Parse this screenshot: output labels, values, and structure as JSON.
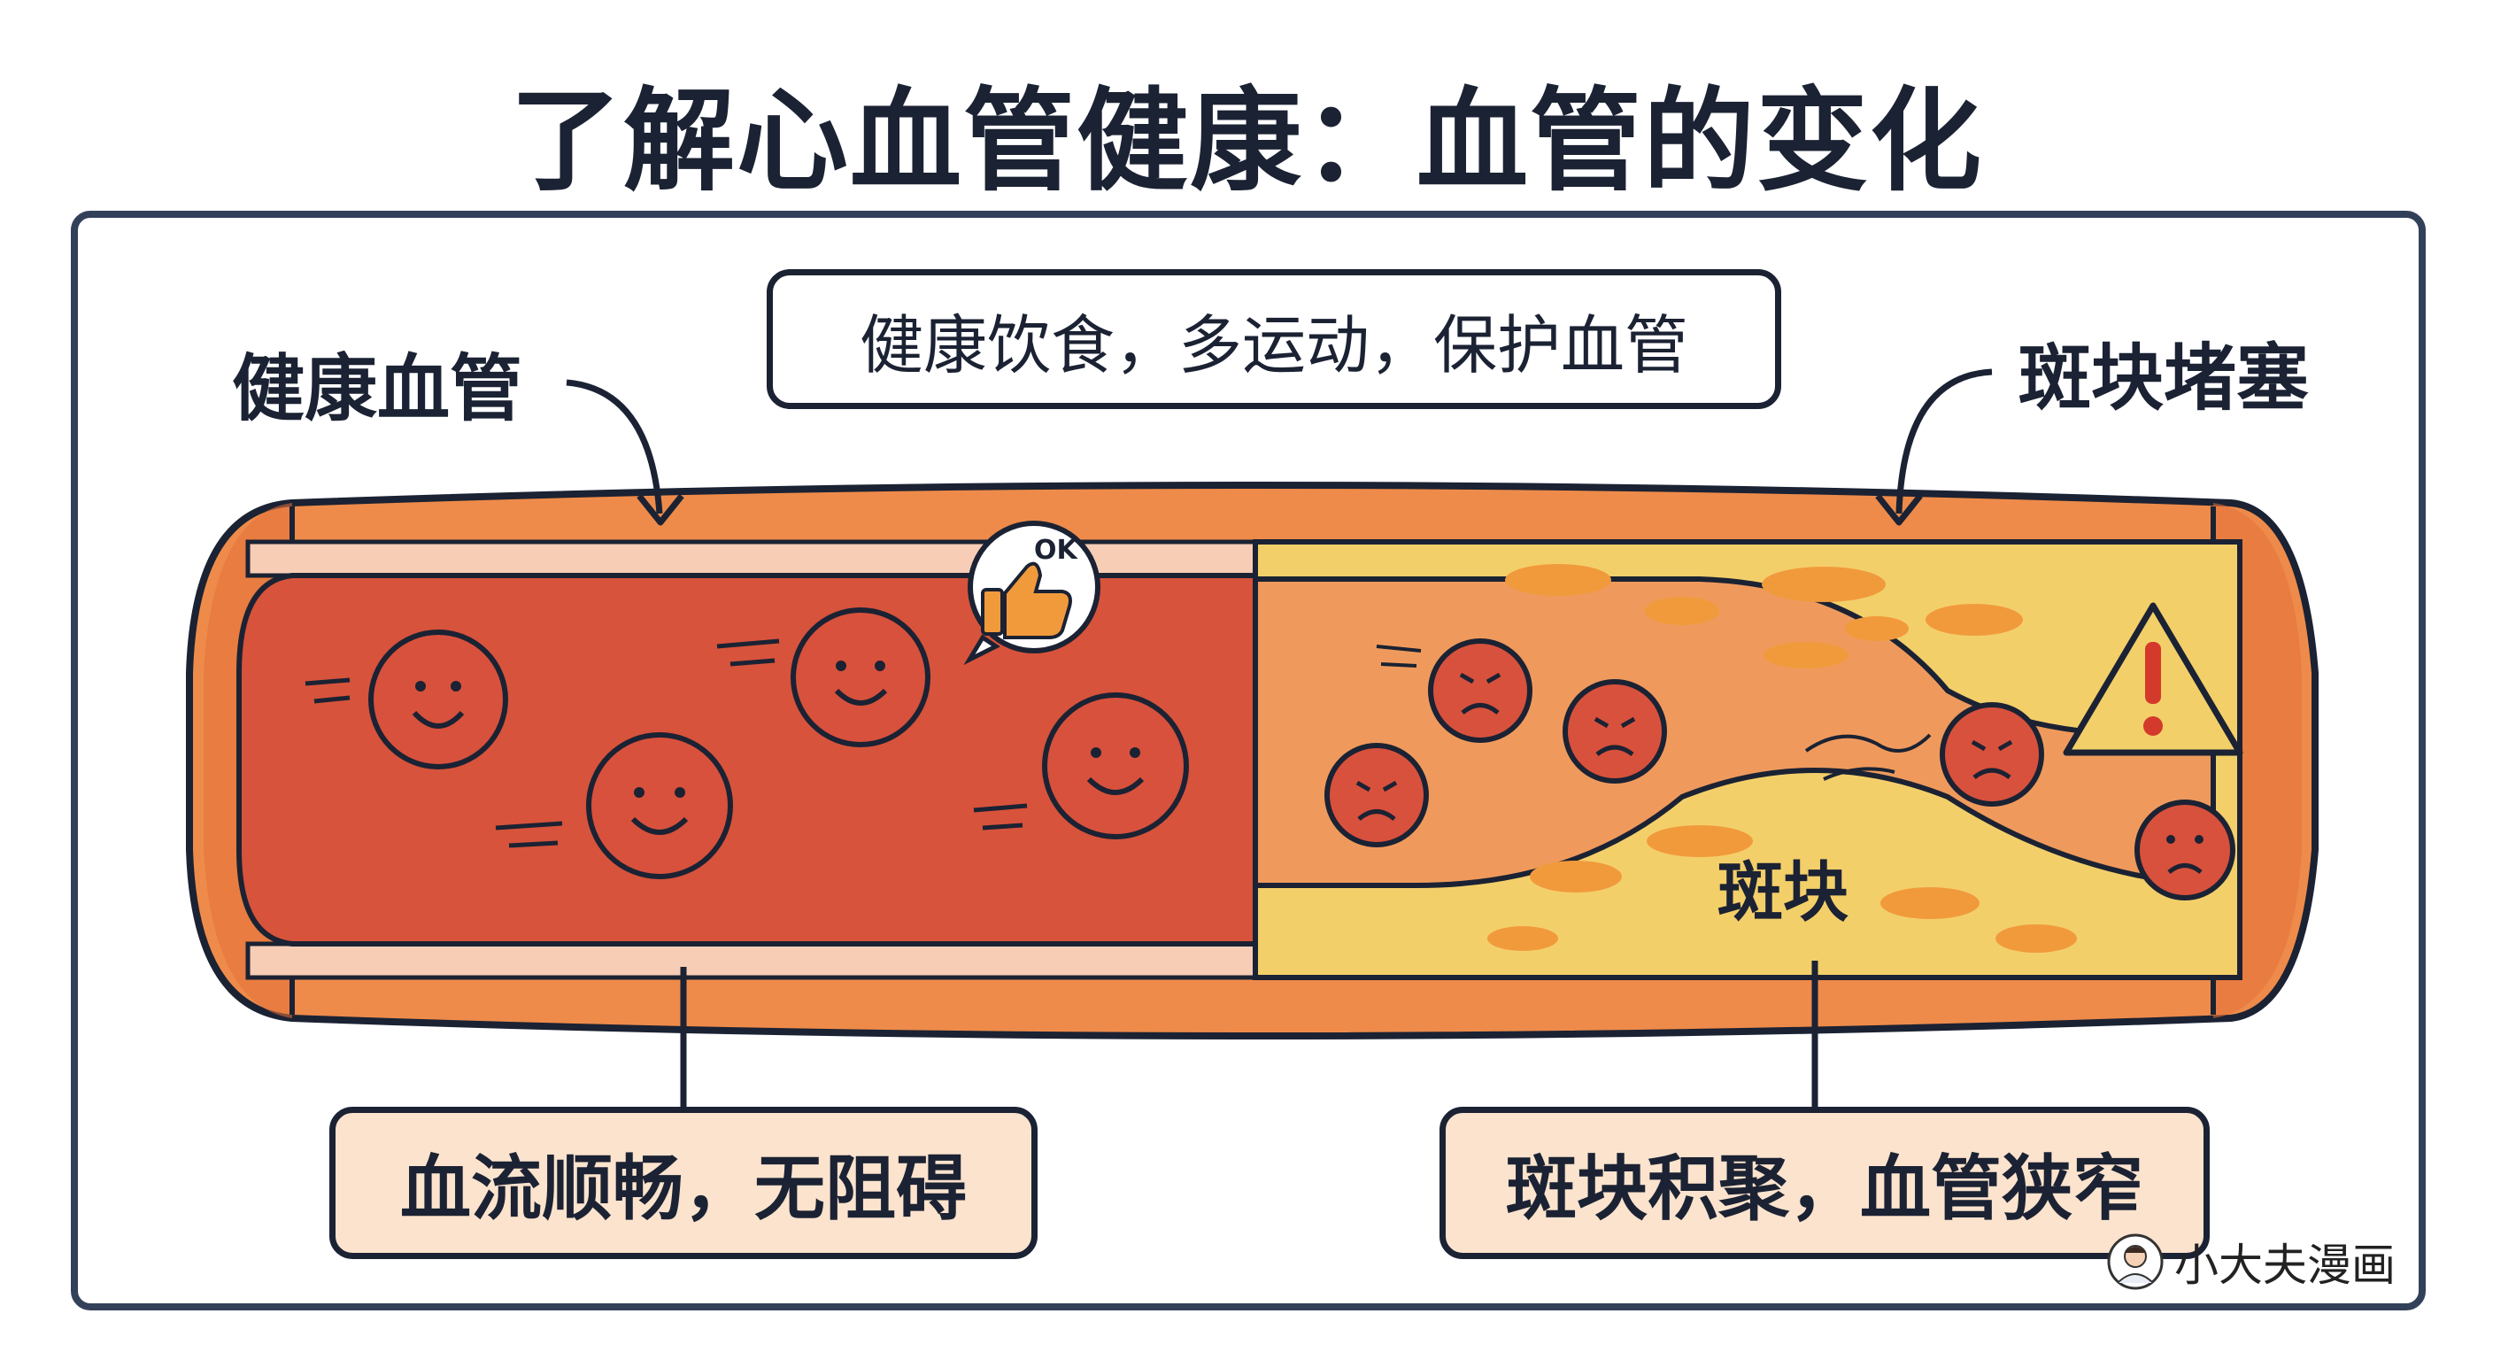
{
  "title": "了解心血管健康：血管的变化",
  "labels": {
    "healthy_vessel": "健康血管",
    "plaque_blockage": "斑块堵塞",
    "plaque": "斑块"
  },
  "tip": "健康饮食，多运动，保护血管",
  "ok_badge": "OK",
  "callouts": {
    "healthy": "血流顺畅，无阻碍",
    "narrowed": "斑块积聚，血管狭窄"
  },
  "watermark": "小大夫漫画",
  "icons": [
    "thumbs-up-icon",
    "warning-icon",
    "doctor-avatar-icon",
    "arrow-down-icon"
  ],
  "colors": {
    "vessel_wall": "#ee8b4a",
    "vessel_wall_dark": "#e4713a",
    "healthy_blood": "#d7533b",
    "inner_lining": "#f7cdb6",
    "plaque": "#f3cf6a",
    "plaque_spots": "#f19a3c",
    "red_cell": "#d8513c",
    "outline": "#1b2233"
  }
}
